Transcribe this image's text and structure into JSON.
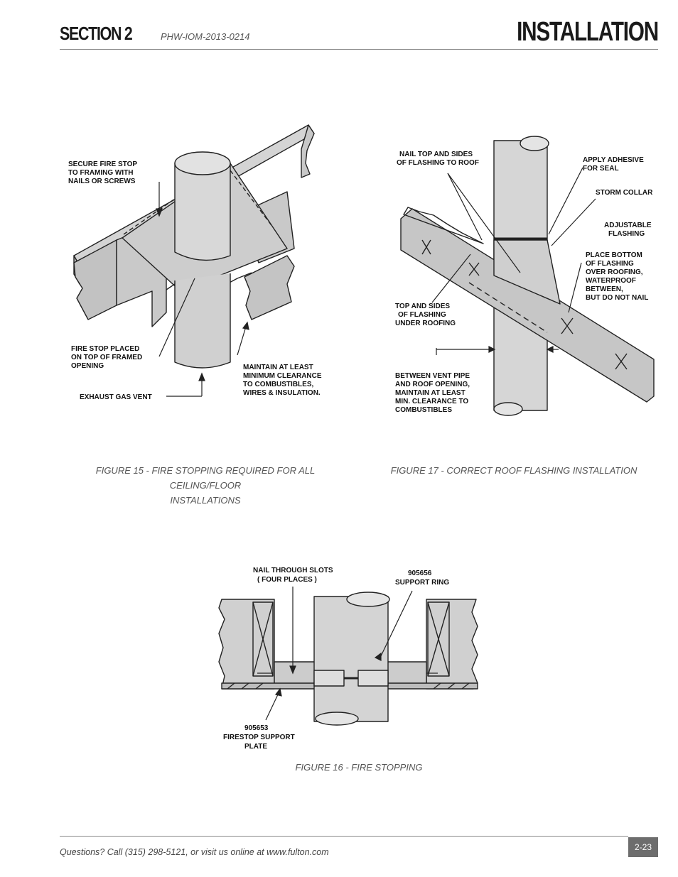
{
  "header": {
    "section": "SECTION 2",
    "doc_id": "PHW-IOM-2013-0214",
    "title": "INSTALLATION"
  },
  "figure15": {
    "caption_line1": "FIGURE 15 - FIRE STOPPING REQUIRED FOR ALL CEILING/FLOOR",
    "caption_line2": "INSTALLATIONS",
    "labels": {
      "secure_1": "SECURE FIRE STOP",
      "secure_2": "TO FRAMING WITH",
      "secure_3": "NAILS OR SCREWS",
      "placed_1": "FIRE STOP PLACED",
      "placed_2": "ON TOP OF FRAMED",
      "placed_3": "OPENING",
      "vent": "EXHAUST GAS VENT",
      "maintain_1": "MAINTAIN AT LEAST",
      "maintain_2": "MINIMUM CLEARANCE",
      "maintain_3": "TO COMBUSTIBLES,",
      "maintain_4": "WIRES & INSULATION."
    }
  },
  "figure17": {
    "caption": "FIGURE 17 - CORRECT ROOF FLASHING INSTALLATION",
    "labels": {
      "nail_1": "NAIL TOP AND SIDES",
      "nail_2": "OF FLASHING TO ROOF",
      "adhesive_1": "APPLY ADHESIVE",
      "adhesive_2": "FOR SEAL",
      "storm": "STORM COLLAR",
      "adjustable_1": "ADJUSTABLE",
      "adjustable_2": "FLASHING",
      "place_1": "PLACE BOTTOM",
      "place_2": "OF FLASHING",
      "place_3": "OVER ROOFING,",
      "place_4": "WATERPROOF",
      "place_5": "BETWEEN,",
      "place_6": "BUT DO NOT NAIL",
      "top_1": "TOP AND SIDES",
      "top_2": "OF FLASHING",
      "top_3": "UNDER ROOFING",
      "between_1": "BETWEEN VENT PIPE",
      "between_2": "AND ROOF OPENING,",
      "between_3": "MAINTAIN AT LEAST",
      "between_4": "MIN. CLEARANCE TO",
      "between_5": "COMBUSTIBLES"
    }
  },
  "figure16": {
    "caption": "FIGURE 16 - FIRE STOPPING",
    "labels": {
      "nail_1": "NAIL THROUGH SLOTS",
      "nail_2": "( FOUR PLACES )",
      "ring_1": "905656",
      "ring_2": "SUPPORT RING",
      "plate_1": "905653",
      "plate_2": "FIRESTOP SUPPORT",
      "plate_3": "PLATE"
    }
  },
  "footer": {
    "text": "Questions?  Call (315) 298-5121, or visit us online at  www.fulton.com",
    "page": "2-23"
  }
}
